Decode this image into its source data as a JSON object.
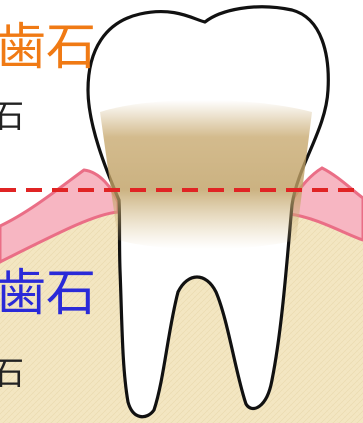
{
  "labels": {
    "upper_title": "歯石",
    "upper_sub": "石",
    "lower_title": "歯石",
    "lower_sub": "石"
  },
  "colors": {
    "upper_title": "#f07a14",
    "lower_title": "#2a2ad8",
    "gumline": "#e02424",
    "gum_fill": "#f7b6c2",
    "gum_stroke": "#ea6e86",
    "bone": "#f3e6c2",
    "tooth": "#ffffff",
    "tooth_outline": "#111111",
    "tartar": "#c6a66a"
  }
}
